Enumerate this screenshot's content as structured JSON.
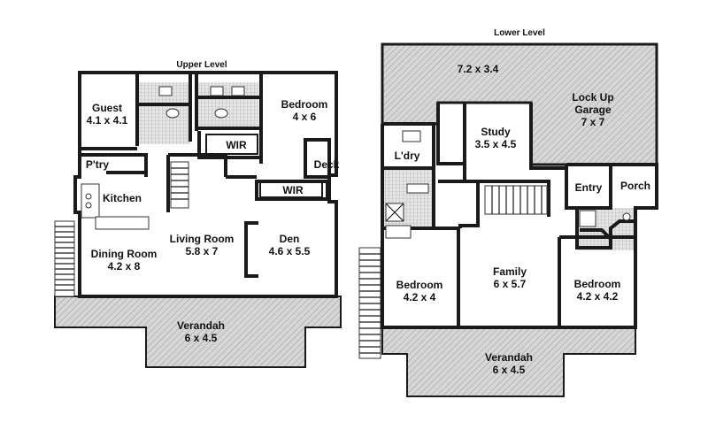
{
  "titles": {
    "upper": "Upper Level",
    "lower": "Lower Level"
  },
  "upper_rooms": {
    "guest": {
      "name": "Guest",
      "size": "4.1 x 4.1"
    },
    "pantry": {
      "name": "P'try"
    },
    "kitchen": {
      "name": "Kitchen"
    },
    "bedroom": {
      "name": "Bedroom",
      "size": "4 x 6"
    },
    "wir1": {
      "name": "WIR"
    },
    "wir2": {
      "name": "WIR"
    },
    "deck": {
      "name": "Deck"
    },
    "living": {
      "name": "Living Room",
      "size": "5.8 x 7"
    },
    "den": {
      "name": "Den",
      "size": "4.6 x 5.5"
    },
    "dining": {
      "name": "Dining Room",
      "size": "4.2 x 8"
    },
    "verandah": {
      "name": "Verandah",
      "size": "6 x 4.5"
    }
  },
  "lower_rooms": {
    "garage_area": {
      "size": "7.2 x 3.4"
    },
    "garage": {
      "name1": "Lock Up",
      "name2": "Garage",
      "size": "7 x 7"
    },
    "study": {
      "name": "Study",
      "size": "3.5 x 4.5"
    },
    "laundry": {
      "name": "L'dry"
    },
    "entry": {
      "name": "Entry"
    },
    "porch": {
      "name": "Porch"
    },
    "bedroom_left": {
      "name": "Bedroom",
      "size": "4.2 x 4"
    },
    "family": {
      "name": "Family",
      "size": "6 x 5.7"
    },
    "bedroom_right": {
      "name": "Bedroom",
      "size": "4.2 x 4.2"
    },
    "verandah": {
      "name": "Verandah",
      "size": "6 x 4.5"
    }
  }
}
